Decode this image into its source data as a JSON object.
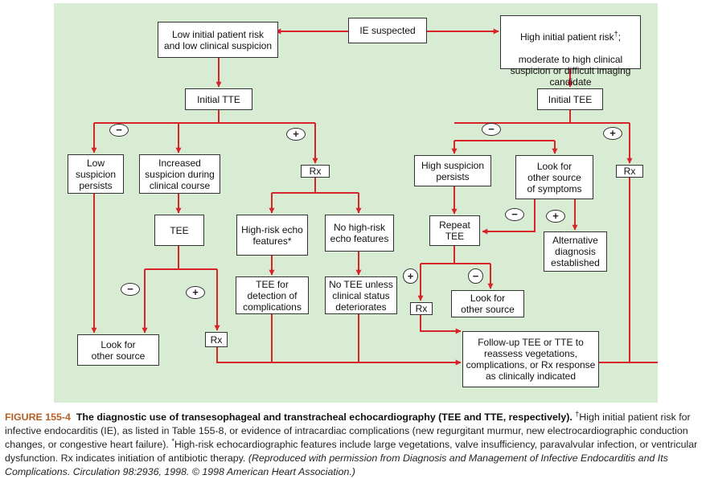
{
  "diagram": {
    "nodes": {
      "ie_suspected": "IE suspected",
      "low_risk": "Low initial patient risk\nand low clinical suspicion",
      "high_risk_main": "High initial patient risk",
      "high_risk_dagger": "†",
      "high_risk_rest": "moderate to high clinical\nsuspicion or difficult imaging\ncandidate",
      "initial_tte": "Initial TTE",
      "initial_tee": "Initial TEE",
      "low_suspicion": "Low\nsuspicion\npersists",
      "increased_suspicion": "Increased\nsuspicion during\nclinical course",
      "rx_left": "Rx",
      "tee_left": "TEE",
      "high_risk_echo": "High-risk echo\nfeatures*",
      "no_high_risk_echo": "No high-risk\necho features",
      "tee_detection": "TEE for\ndetection of\ncomplications",
      "no_tee": "No TEE unless\nclinical status\ndeteriorates",
      "look_other_left": "Look for\nother source",
      "rx_bottom_left": "Rx",
      "high_suspicion": "High suspicion\npersists",
      "look_other_symptoms": "Look for\nother source\nof symptoms",
      "rx_right": "Rx",
      "repeat_tee": "Repeat\nTEE",
      "alt_diagnosis": "Alternative\ndiagnosis\nestablished",
      "rx_middle": "Rx",
      "look_other_right": "Look for\nother source",
      "followup": "Follow-up TEE or TTE to\nreassess vegetations,\ncomplications, or Rx response\nas clinically indicated"
    },
    "signs": {
      "negative": "−",
      "positive": "+"
    },
    "colors": {
      "canvas": "#d8ebd3",
      "arrow": "#d8232a",
      "box_border": "#333333",
      "caption_label": "#b45e22"
    }
  },
  "caption": {
    "label": "FIGURE 155-4",
    "title": "The diagnostic use of transesophageal and transtracheal echocardiography (TEE and TTE, respectively).",
    "dagger": "†",
    "text1": "High initial patient risk for infective endocarditis (IE), as listed in Table 155-8, or evidence of intracardiac complications (new regurgitant murmur, new electrocardiographic conduction changes, or congestive heart failure).",
    "star": "*",
    "text2": "High-risk echocardiographic features include large vegetations, valve insufficiency, paravalvular infection, or ventricular dysfunction. Rx indicates initiation of antibiotic therapy.",
    "reference": "(Reproduced with permission from Diagnosis and Management of Infective Endocarditis and Its Complications. Circulation 98:2936, 1998. © 1998 American Heart Association.)"
  }
}
